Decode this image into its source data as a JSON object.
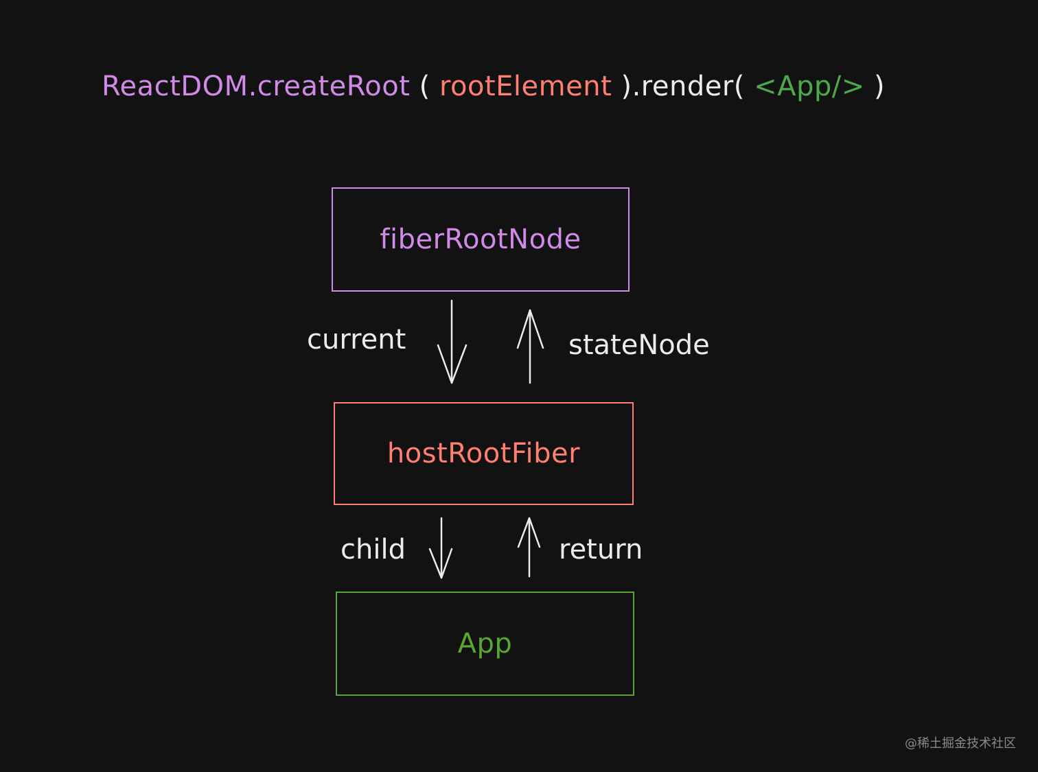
{
  "code": {
    "part1": "ReactDOM.createRoot",
    "part2": " ( ",
    "part3": "rootElement",
    "part4": " ).render( ",
    "part5": "<App/>",
    "part6": " )"
  },
  "colors": {
    "background": "#121212",
    "purple": "#d18ae8",
    "salmon": "#ff7f72",
    "green": "#5aa632",
    "code_green": "#4ea94a",
    "white": "#ececec",
    "watermark": "#8a8a8a"
  },
  "nodes": {
    "fiber_root": "fiberRootNode",
    "host_root": "hostRootFiber",
    "app": "App"
  },
  "edges": {
    "current": "current",
    "state_node": "stateNode",
    "child": "child",
    "return": "return"
  },
  "watermark": "@稀土掘金技术社区"
}
